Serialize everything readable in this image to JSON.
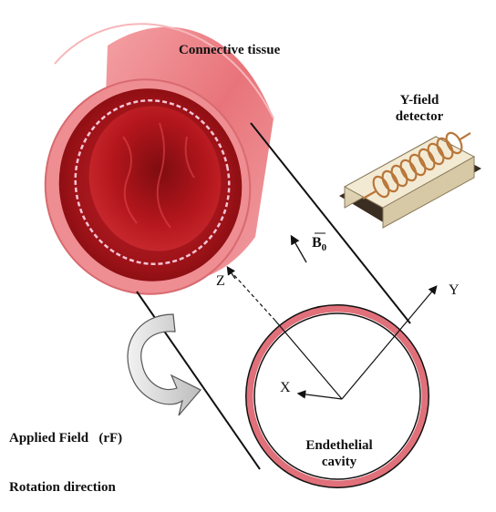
{
  "labels": {
    "connective_tissue": "Connective tissue",
    "detector_line1": "Y-field",
    "detector_line2": "detector",
    "b0_letter": "B",
    "b0_subscript": "0",
    "axis_z": "Z",
    "axis_y": "Y",
    "axis_x": "X",
    "applied_line1": "Applied Field   (rF)",
    "applied_line2": "Rotation direction",
    "cavity_line1": "Endethelial",
    "cavity_line2": "cavity"
  },
  "colors": {
    "tissue_outer": "#e8747a",
    "tissue_dark": "#8a0f14",
    "lumen_red": "#b3161c",
    "ring_pink": "#e0707a",
    "coil_copper": "#b8763a",
    "detector_body": "#efe6cf",
    "arrow_gray": "#d8d8d8"
  }
}
